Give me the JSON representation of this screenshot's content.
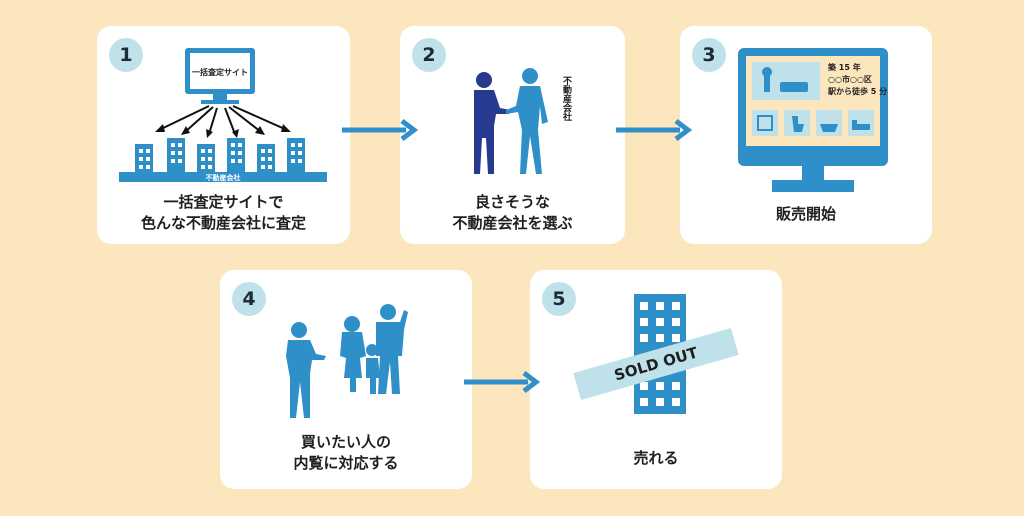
{
  "steps": [
    {
      "number": "1",
      "caption": [
        "一括査定サイトで",
        "色んな不動産会社に査定"
      ],
      "monitor_label": "一括査定サイト",
      "ground_label": "不動産会社"
    },
    {
      "number": "2",
      "caption": [
        "良さそうな",
        "不動産会社を選ぶ"
      ],
      "vertical_label": "不動産会社"
    },
    {
      "number": "3",
      "caption": [
        "販売開始"
      ],
      "listing": [
        "築 15 年",
        "○○市○○区",
        "駅から徒歩 5 分"
      ]
    },
    {
      "number": "4",
      "caption": [
        "買いたい人の",
        "内覧に対応する"
      ]
    },
    {
      "number": "5",
      "caption": [
        "売れる"
      ],
      "sold_label": "SOLD OUT"
    }
  ],
  "colors": {
    "background": "#fbe6bd",
    "accent": "#2f8fc8",
    "dark_accent": "#283a8f",
    "badge": "#bfe1ea"
  }
}
